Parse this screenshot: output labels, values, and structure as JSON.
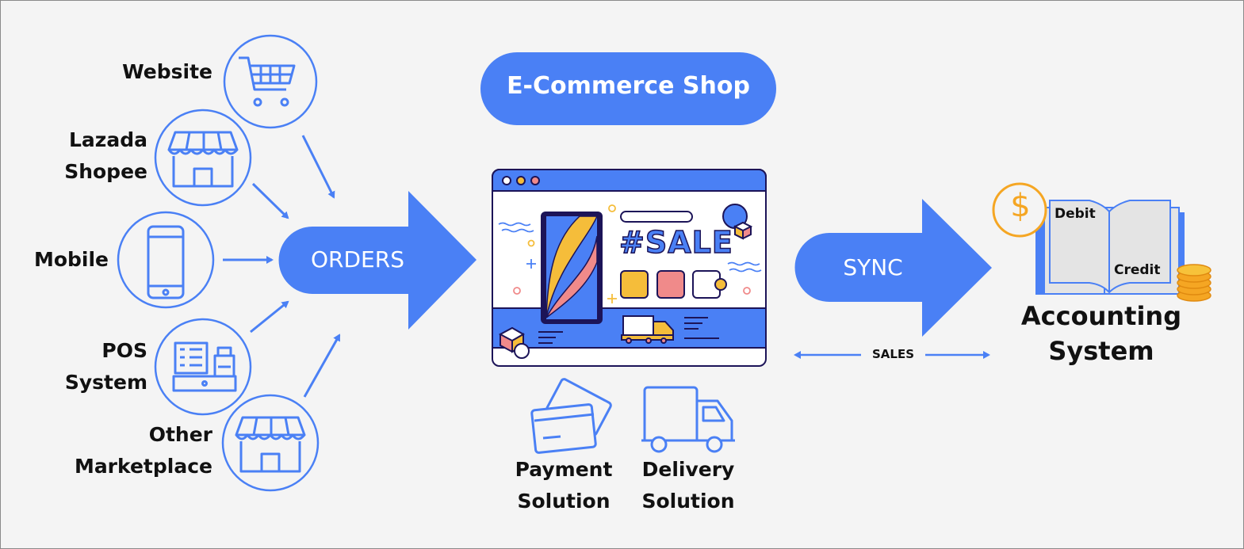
{
  "title": "E-Commerce Shop",
  "channels": [
    {
      "lines": [
        "Website"
      ],
      "icon": "shopping-cart-icon"
    },
    {
      "lines": [
        "Lazada",
        "Shopee"
      ],
      "icon": "storefront-icon"
    },
    {
      "lines": [
        "Mobile"
      ],
      "icon": "smartphone-icon"
    },
    {
      "lines": [
        "POS",
        "System"
      ],
      "icon": "cash-register-icon"
    },
    {
      "lines": [
        "Other",
        "Marketplace"
      ],
      "icon": "storefront-icon"
    }
  ],
  "orders_label": "ORDERS",
  "sync_label": "SYNC",
  "sales_label": "SALES",
  "shop_sale_text": "#SALE",
  "services": [
    {
      "lines": [
        "Payment",
        "Solution"
      ],
      "icon": "credit-card-icon"
    },
    {
      "lines": [
        "Delivery",
        "Solution"
      ],
      "icon": "delivery-truck-icon"
    }
  ],
  "accounting": {
    "lines": [
      "Accounting",
      "System"
    ],
    "debit": "Debit",
    "credit": "Credit"
  },
  "colors": {
    "primary": "#4a80f5",
    "dark": "#1c1458",
    "yellow": "#f5bd3a",
    "pink": "#f08a8a",
    "orange": "#f5a623"
  }
}
